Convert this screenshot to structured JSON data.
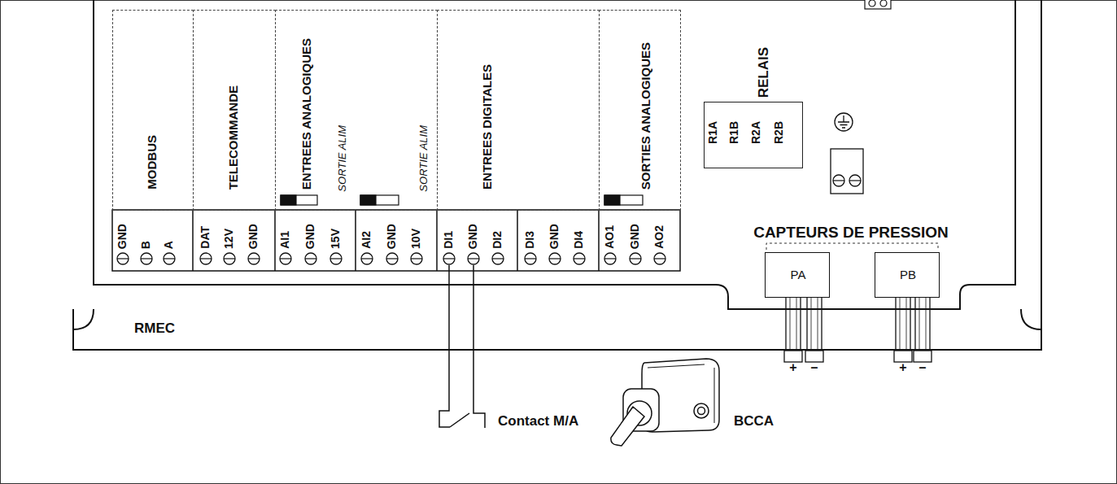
{
  "diagram": {
    "nodes": [
      {
        "text": [
          "RMEC"
        ]
      },
      {
        "text": [
          "MODBUS"
        ],
        "in": 0
      },
      {
        "text": [
          "TELECOMMANDE"
        ],
        "in": 0
      },
      {
        "text": [
          "ENTREES ANALOGIQUES"
        ],
        "in": 0
      },
      {
        "text": [
          "ENTREES DIGITALES"
        ],
        "in": 0
      },
      {
        "text": [
          "SORTIES ANALOGIQUES"
        ],
        "in": 0
      },
      {
        "text": [
          "RELAIS"
        ],
        "in": 0
      },
      {
        "text": [
          "PA"
        ],
        "in": 0
      },
      {
        "text": [
          "PB"
        ],
        "in": 0
      }
    ],
    "labels": [
      "GND",
      "B",
      "A",
      "DAT",
      "12V",
      "GND",
      "AI1",
      "GND",
      "15V",
      "SORTIE ALIM",
      "AI2",
      "GND",
      "10V",
      "SORTIE ALIM",
      "DI1",
      "GND",
      "DI2",
      "DI3",
      "GND",
      "DI4",
      "AO1",
      "GND",
      "AO2",
      "R1A",
      "R1B",
      "R2A",
      "R2B",
      "CAPTEURS DE PRESSION",
      "+",
      "–",
      "+",
      "–",
      "Contact M/A",
      "BCCA"
    ]
  }
}
